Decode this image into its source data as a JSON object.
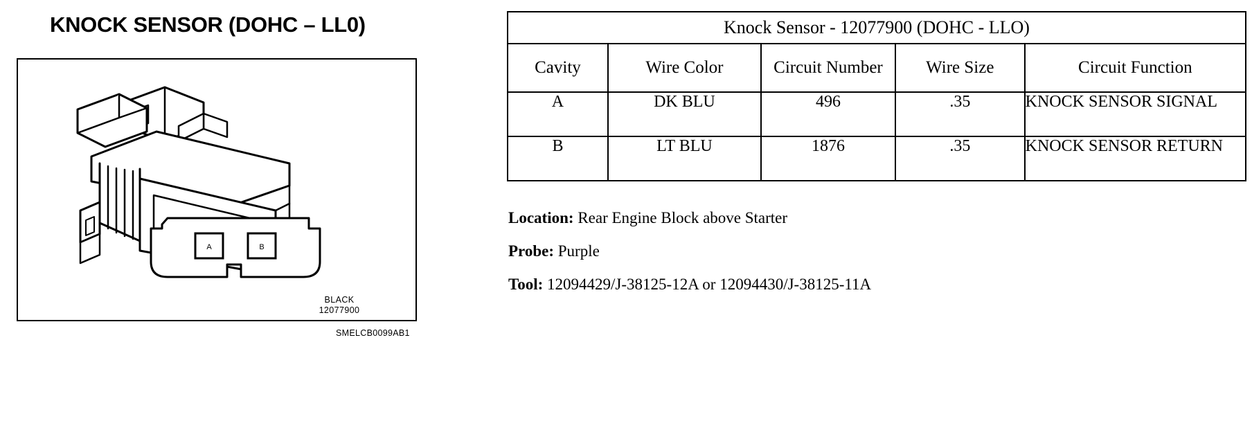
{
  "connector": {
    "title": "KNOCK SENSOR (DOHC – LL0)",
    "caption_color": "BLACK",
    "caption_part_number": "12077900",
    "figure_id": "SMELCB0099AB1",
    "cavity_a_label": "A",
    "cavity_b_label": "B"
  },
  "table": {
    "title": "Knock Sensor - 12077900 (DOHC - LLO)",
    "headers": [
      "Cavity",
      "Wire Color",
      "Circuit Number",
      "Wire Size",
      "Circuit Function"
    ],
    "rows": [
      {
        "cavity": "A",
        "wire_color": "DK BLU",
        "circuit_number": "496",
        "wire_size": ".35",
        "circuit_function": "KNOCK SENSOR SIGNAL"
      },
      {
        "cavity": "B",
        "wire_color": "LT BLU",
        "circuit_number": "1876",
        "wire_size": ".35",
        "circuit_function": "KNOCK SENSOR RETURN"
      }
    ]
  },
  "details": [
    {
      "label": "Location:",
      "value": "Rear Engine Block above Starter"
    },
    {
      "label": "Probe:",
      "value": "Purple"
    },
    {
      "label": "Tool:",
      "value": "12094429/J-38125-12A or 12094430/J-38125-11A"
    }
  ]
}
